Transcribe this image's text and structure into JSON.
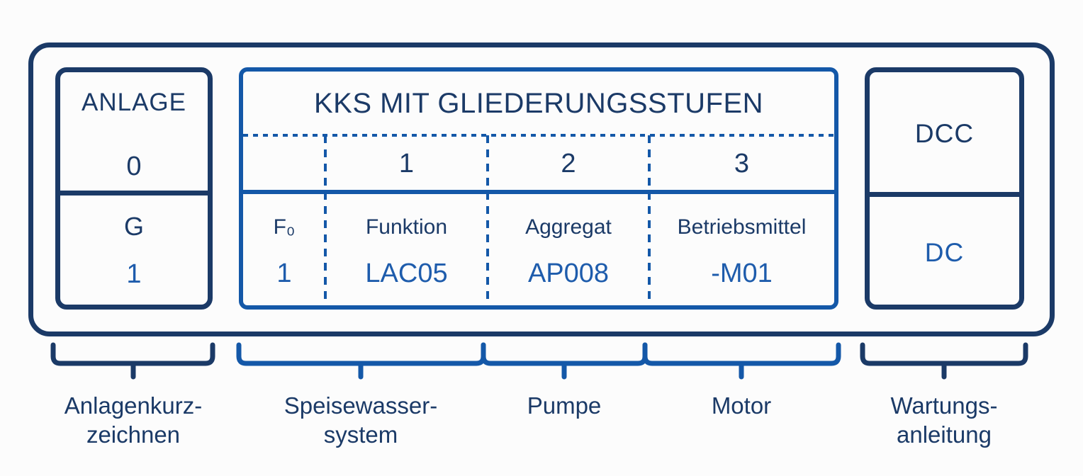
{
  "colors": {
    "navy": "#1b3a67",
    "blue": "#1458a8",
    "value_blue": "#1e5cac",
    "background": "#fcfcfc"
  },
  "anlage_box": {
    "title": "ANLAGE",
    "level": "0",
    "code_letter": "G",
    "code_number": "1"
  },
  "kks_box": {
    "title": "KKS MIT GLIEDERUNGSSTUFEN",
    "columns": [
      {
        "level": "",
        "label": "F₀",
        "value": "1"
      },
      {
        "level": "1",
        "label": "Funktion",
        "value": "LAC05"
      },
      {
        "level": "2",
        "label": "Aggregat",
        "value": "AP008"
      },
      {
        "level": "3",
        "label": "Betriebsmittel",
        "value": "-M01"
      }
    ]
  },
  "dcc_box": {
    "title": "DCC",
    "value": "DC"
  },
  "captions": {
    "anlagenkurzzeichen": "Anlagenkurz-\nzeichnen",
    "speisewassersystem": "Speisewasser-\nsystem",
    "pumpe": "Pumpe",
    "motor": "Motor",
    "wartungsanleitung": "Wartungs-\nanleitung"
  }
}
